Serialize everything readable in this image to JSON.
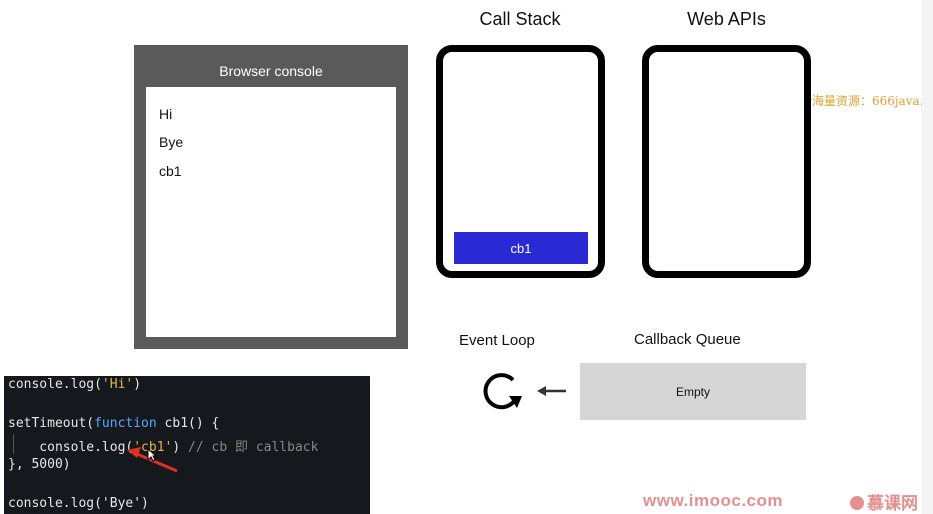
{
  "browser_console": {
    "title": "Browser console",
    "lines": [
      "Hi",
      "Bye",
      "cb1"
    ]
  },
  "call_stack": {
    "title": "Call Stack",
    "frames": [
      "cb1"
    ],
    "frame_color": "#2a2ad4"
  },
  "web_apis": {
    "title": "Web APIs"
  },
  "event_loop": {
    "title": "Event Loop",
    "icon": "loop-arrow-icon"
  },
  "callback_queue": {
    "title": "Callback Queue",
    "content": "Empty",
    "arrow_icon": "left-arrow-icon"
  },
  "code": {
    "line1": {
      "a": "console.log(",
      "b": "'Hi'",
      "c": ")"
    },
    "line2": {
      "a": "setTimeout(",
      "b": "function",
      "c": " cb1() {"
    },
    "line3": {
      "a": "    console.log(",
      "b": "'cb1'",
      "c": ") ",
      "d": "// cb 即 callback"
    },
    "line4": "}, 5000)",
    "line5": {
      "a": "console.log(",
      "b": "'Bye'",
      "c": ")"
    }
  },
  "watermarks": {
    "side": "海量资源：666java.",
    "site": "www.imooc.com",
    "brand": "慕课网"
  },
  "colors": {
    "console_frame": "#5a5a5a",
    "queue_bg": "#d6d6d6",
    "annotation_arrow": "#e03020"
  }
}
